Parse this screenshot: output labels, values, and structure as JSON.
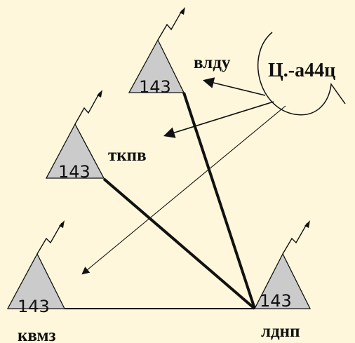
{
  "diagram": {
    "center_label": "Ц.-а44ц",
    "stations": {
      "vldu": {
        "label": "влду",
        "number": "143"
      },
      "tkpv": {
        "label": "ткпв",
        "number": "143"
      },
      "kvmz": {
        "label": "квмз",
        "number": "143"
      },
      "ldnp": {
        "label": "лднп",
        "number": "143"
      }
    },
    "colors": {
      "background": "#fff7db",
      "triangle_fill": "#cbcbcb",
      "line": "#111111"
    }
  }
}
